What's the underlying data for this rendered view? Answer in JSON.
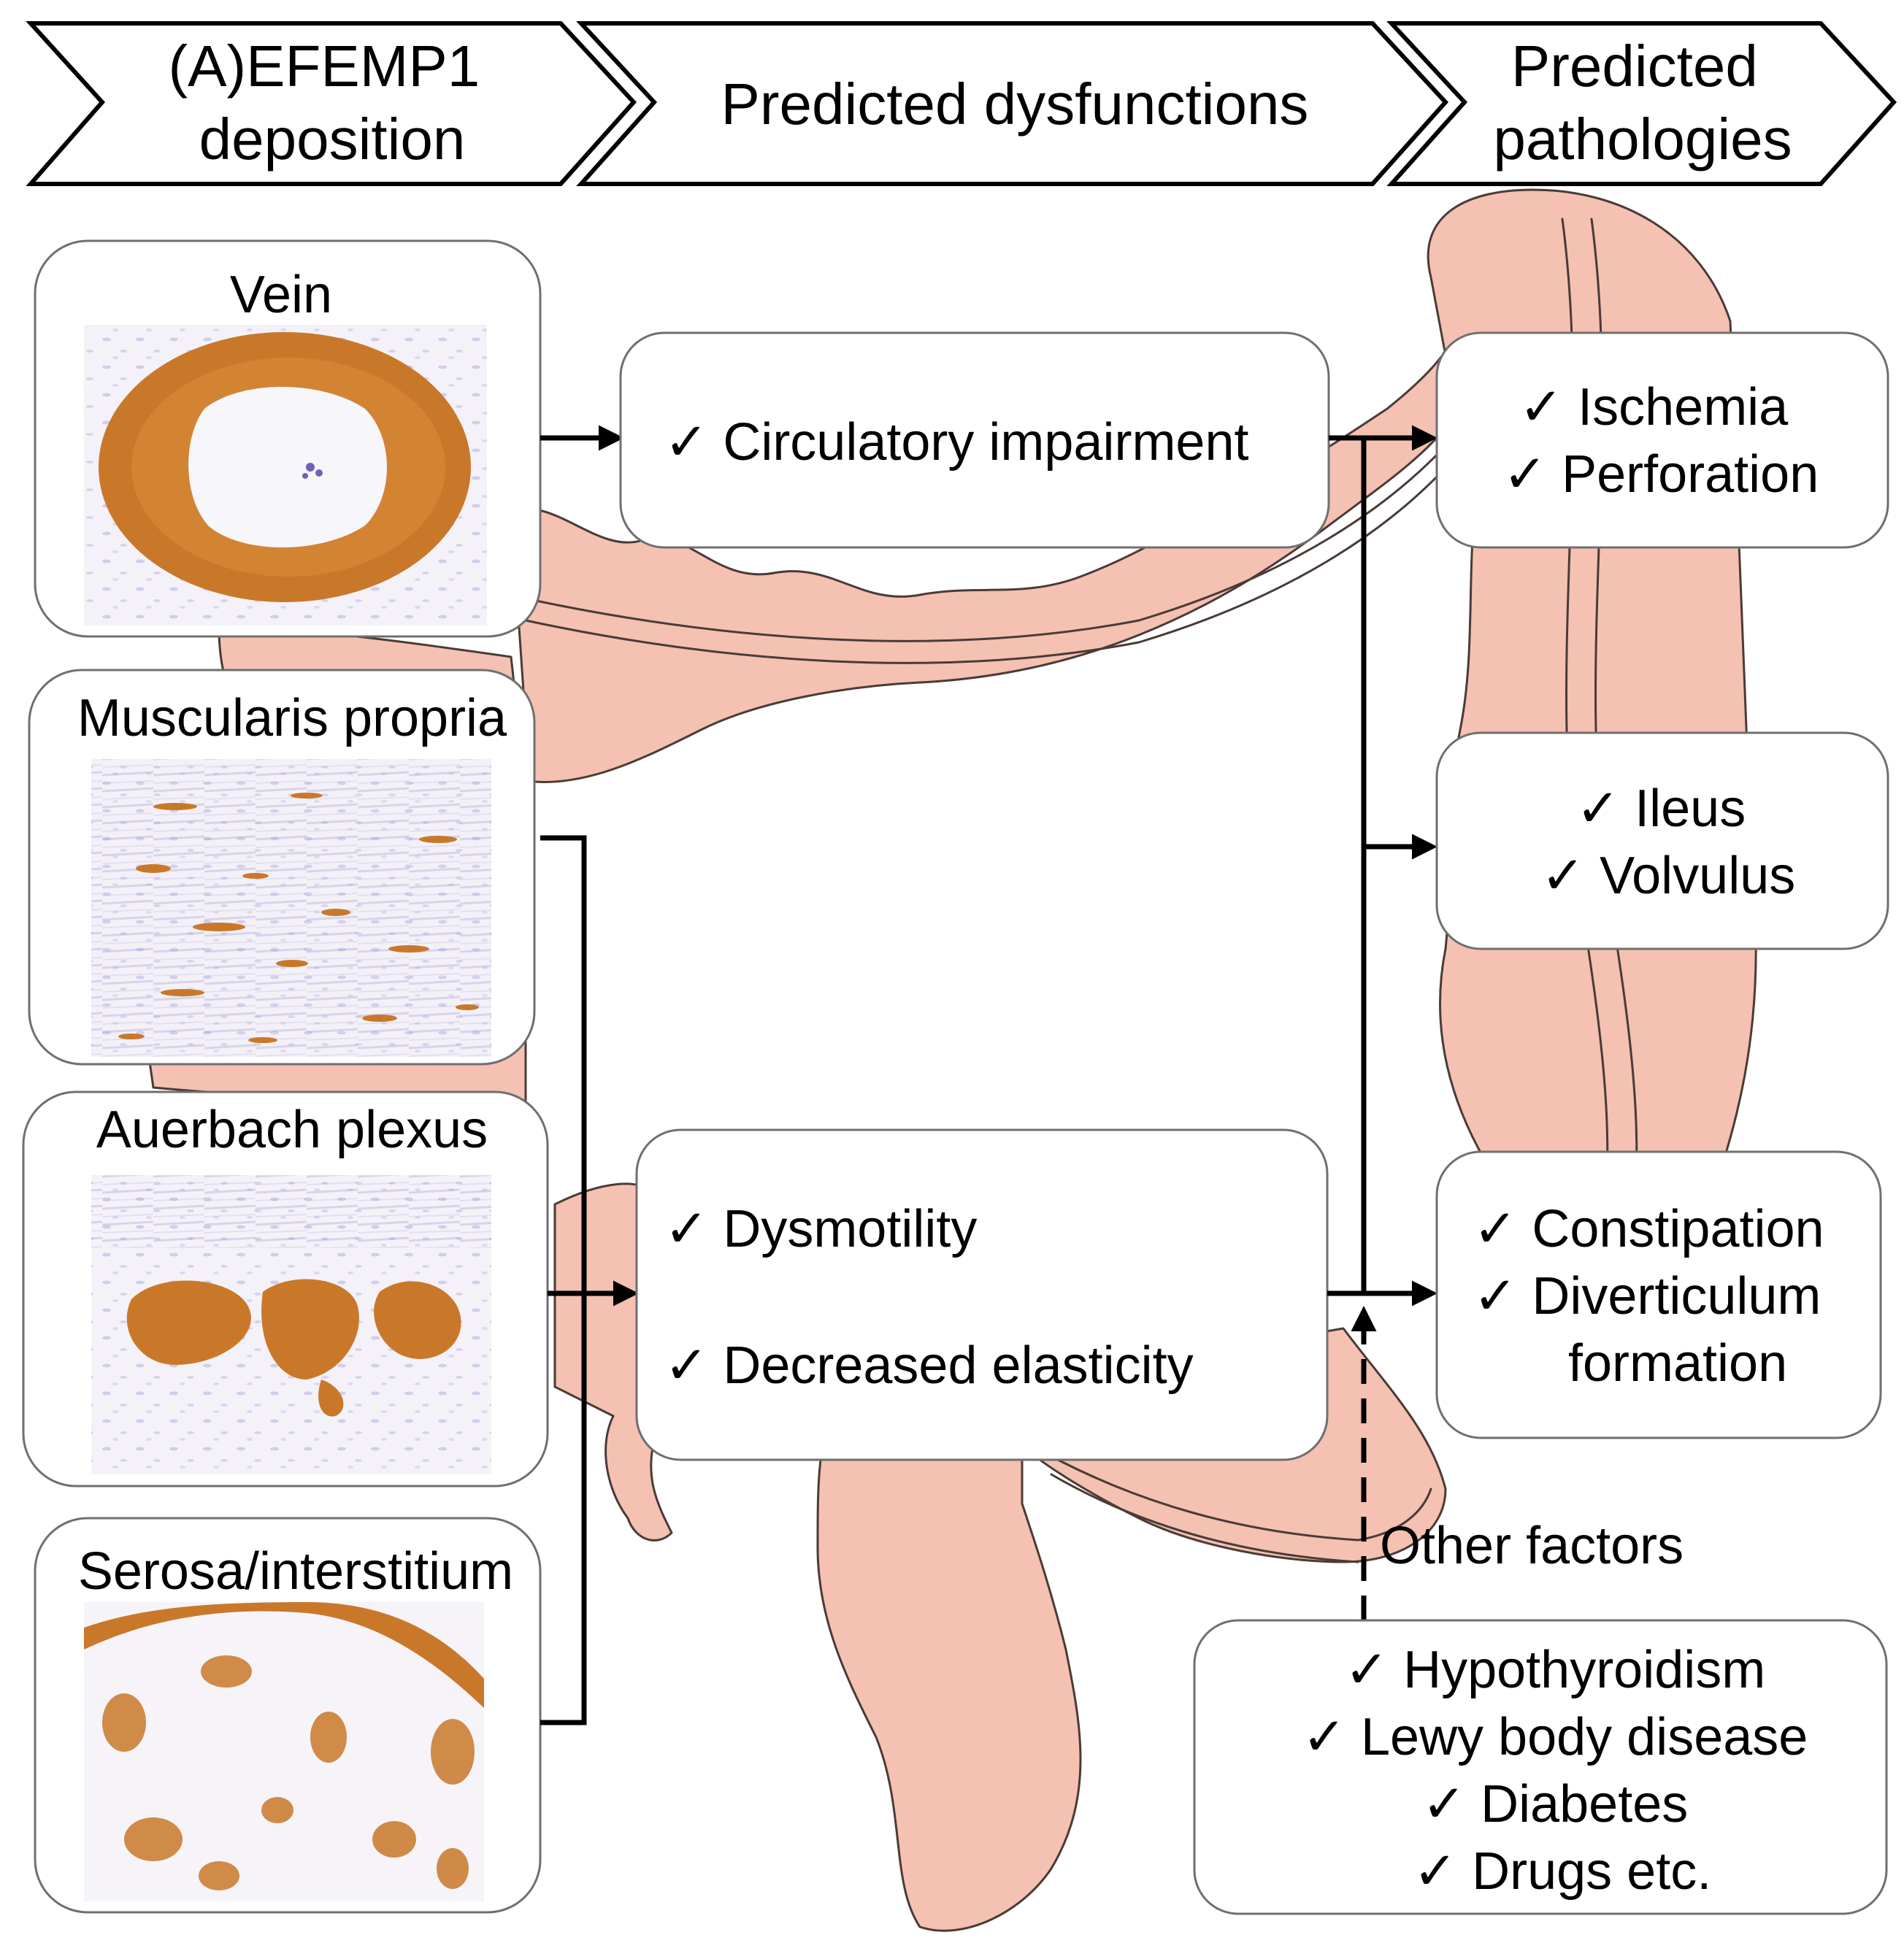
{
  "header": {
    "step1": [
      "(A)EFEMP1",
      "deposition"
    ],
    "step2": [
      "Predicted dysfunctions"
    ],
    "step3": [
      "Predicted",
      "pathologies"
    ]
  },
  "deposition_sites": [
    {
      "label": "Vein"
    },
    {
      "label": "Muscularis propria"
    },
    {
      "label": "Auerbach plexus"
    },
    {
      "label": "Serosa/interstitium"
    }
  ],
  "dysfunctions": {
    "circulatory": [
      "✓ Circulatory impairment"
    ],
    "motility": [
      "✓ Dysmotility",
      "✓ Decreased elasticity"
    ]
  },
  "pathologies": {
    "ischemia": [
      "✓ Ischemia",
      "✓ Perforation"
    ],
    "ileus": [
      "✓ Ileus",
      "✓ Volvulus"
    ],
    "constipation": [
      "✓ Constipation",
      "✓ Diverticulum",
      "formation"
    ]
  },
  "other_factors": {
    "title": "Other factors",
    "items": [
      "✓ Hypothyroidism",
      "✓ Lewy body disease",
      "✓ Diabetes",
      "✓ Drugs etc."
    ]
  },
  "colors": {
    "colon_fill": "#f4c1b3",
    "stain_brown": "#c9782a",
    "hematoxylin_blue": "#7b6fc4",
    "arrow": "#000000"
  }
}
